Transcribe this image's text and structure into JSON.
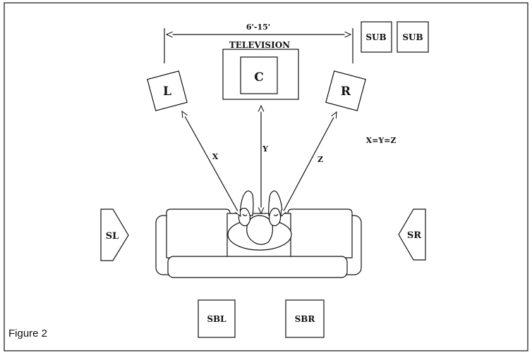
{
  "figure": {
    "caption": "Figure 2",
    "distance_label": "6'-15'",
    "tv_label": "TELEVISION",
    "equality_note": "X=Y=Z"
  },
  "speakers": {
    "left": "L",
    "center": "C",
    "right": "R",
    "sub_1": "SUB",
    "sub_2": "SUB",
    "surround_left": "SL",
    "surround_right": "SR",
    "surround_back_left": "SBL",
    "surround_back_right": "SBR"
  },
  "distances": {
    "x": "X",
    "y": "Y",
    "z": "Z"
  }
}
